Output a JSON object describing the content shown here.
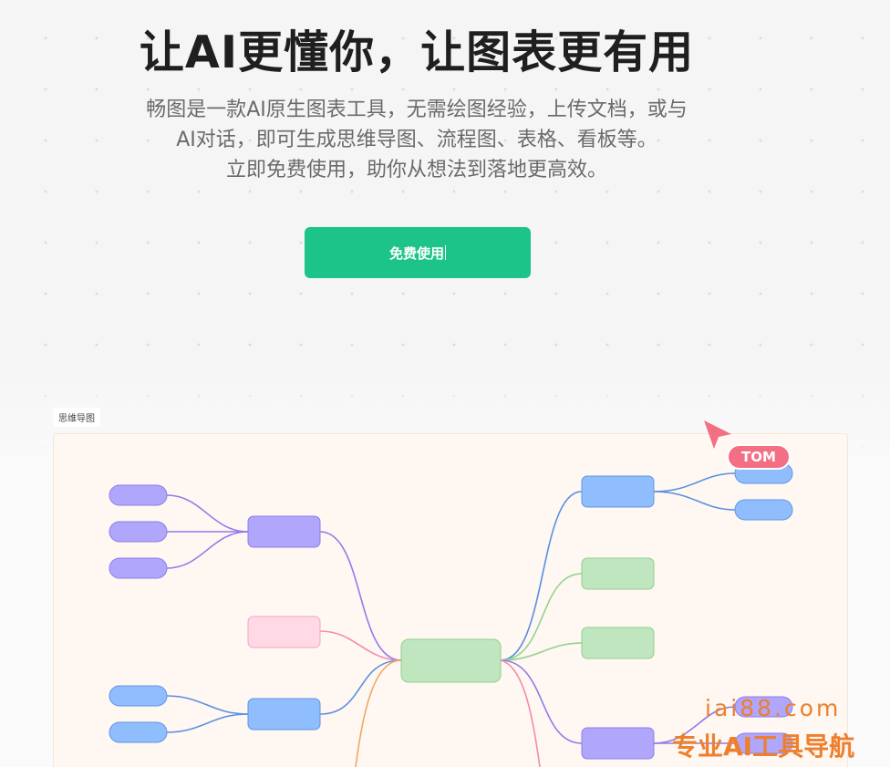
{
  "hero": {
    "title": "让AI更懂你，让图表更有用",
    "desc_line1": "畅图是一款AI原生图表工具，无需绘图经验，上传文档，或与",
    "desc_line2": "AI对话，即可生成思维导图、流程图、表格、看板等。",
    "desc_line3": "立即免费使用，助你从想法到落地更高效。",
    "cta_label": "免费使用"
  },
  "preview": {
    "tab_label": "思维导图",
    "cursor_user": "TOM"
  },
  "colors": {
    "accent": "#1dc48a",
    "purple": "#b0a6fb",
    "blue": "#90bdfd",
    "green": "#c0e6c0",
    "pink": "#ffd9e6",
    "cursor": "#f26f84",
    "watermark": "#ee7f2d"
  },
  "watermark": {
    "url": "iai88.com",
    "slogan": "专业AI工具导航"
  }
}
